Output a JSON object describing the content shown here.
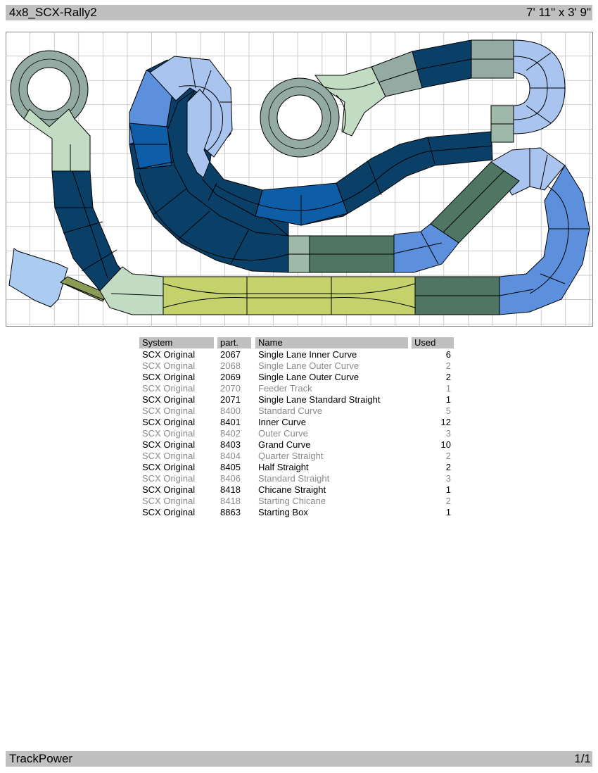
{
  "header": {
    "layout_name": "4x8_SCX-Rally2",
    "dimensions": "7' 11\" x 3' 9\""
  },
  "footer": {
    "app_name": "TrackPower",
    "page": "1/1"
  },
  "colors": {
    "grid": "#b8b8b8",
    "single_lane_inner_curve": "#a9c4ee",
    "single_lane_outer_curve": "#5c8fdc",
    "inner_curve": "#0a4067",
    "grand_curve": "#0a4067",
    "standard_curve": "#5c8fdc",
    "outer_curve": "#0d5ea6",
    "loop": "#93aba2",
    "y_junction": "#c2dcc4",
    "straight": "#4f7663",
    "quarter_straight": "#9eb8aa",
    "chicane": "#c3d26a",
    "starting_box": "#a9ccf0",
    "feeder": "#8a9b56"
  },
  "parts_table": {
    "headers": {
      "system": "System",
      "part": "part.",
      "name": "Name",
      "used": "Used"
    },
    "rows": [
      {
        "system": "SCX Original",
        "part": "2067",
        "name": "Single Lane Inner Curve",
        "used": "6"
      },
      {
        "system": "SCX Original",
        "part": "2068",
        "name": "Single Lane Outer Curve",
        "used": "2"
      },
      {
        "system": "SCX Original",
        "part": "2069",
        "name": "Single Lane Outer Curve",
        "used": "2"
      },
      {
        "system": "SCX Original",
        "part": "2070",
        "name": "Feeder Track",
        "used": "1"
      },
      {
        "system": "SCX Original",
        "part": "2071",
        "name": "Single Lane Standard Straight",
        "used": "1"
      },
      {
        "system": "SCX Original",
        "part": "8400",
        "name": "Standard Curve",
        "used": "5"
      },
      {
        "system": "SCX Original",
        "part": "8401",
        "name": "Inner Curve",
        "used": "12"
      },
      {
        "system": "SCX Original",
        "part": "8402",
        "name": "Outer Curve",
        "used": "3"
      },
      {
        "system": "SCX Original",
        "part": "8403",
        "name": "Grand Curve",
        "used": "10"
      },
      {
        "system": "SCX Original",
        "part": "8404",
        "name": "Quarter Straight",
        "used": "2"
      },
      {
        "system": "SCX Original",
        "part": "8405",
        "name": "Half Straight",
        "used": "2"
      },
      {
        "system": "SCX Original",
        "part": "8406",
        "name": "Standard Straight",
        "used": "3"
      },
      {
        "system": "SCX Original",
        "part": "8418",
        "name": "Chicane Straight",
        "used": "1"
      },
      {
        "system": "SCX Original",
        "part": "8418",
        "name": "Starting Chicane",
        "used": "2"
      },
      {
        "system": "SCX Original",
        "part": "8863",
        "name": "Starting Box",
        "used": "1"
      }
    ]
  }
}
